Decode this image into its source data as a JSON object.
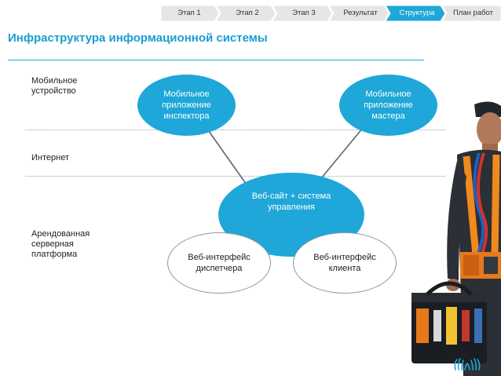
{
  "nav": {
    "steps": [
      "Этап 1",
      "Этап 2",
      "Этап 3",
      "Результат",
      "Структура",
      "План работ"
    ],
    "active_index": 4,
    "colors": {
      "inactive": "#e6e6e6",
      "active": "#1ea7d8"
    }
  },
  "page": {
    "title": "Инфраструктура информационной системы",
    "accent": "#1ea7d8"
  },
  "zones": {
    "mobile": "Мобильное\nустройство",
    "internet": "Интернет",
    "server": "Арендованная\nсерверная\nплатформа"
  },
  "nodes": {
    "inspector_app": "Мобильное\nприложение\nинспектора",
    "master_app": "Мобильное\nприложение\nмастера",
    "website": "Веб-сайт + система\nуправления",
    "dispatcher_ui": "Веб-интерфейс\nдиспетчера",
    "client_ui": "Веб-интерфейс\nклиента"
  },
  "illustration": {
    "subject": "worker-with-tool-bag",
    "logo": "hands-logo-icon"
  }
}
